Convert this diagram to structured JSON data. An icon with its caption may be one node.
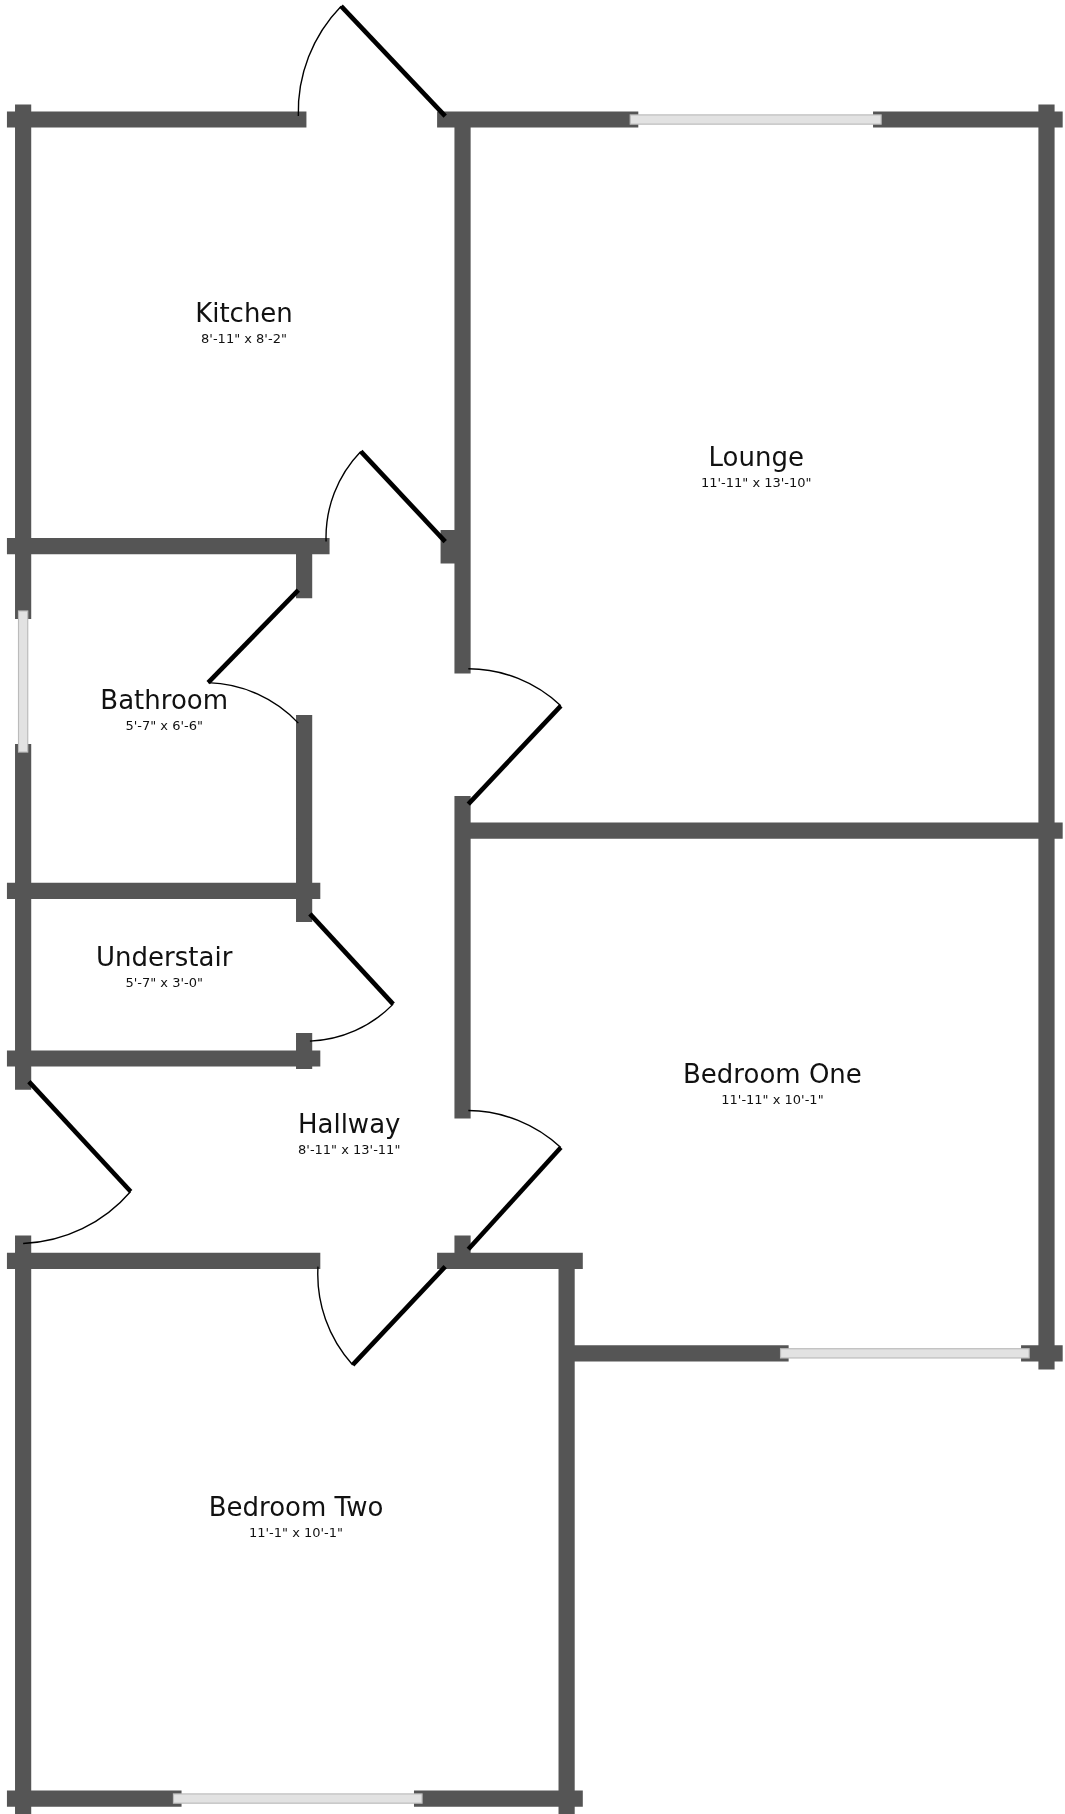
{
  "diagram": {
    "nodes": [
      {
        "text": [
          "Kitchen",
          "8'-11\" x 8'-2\""
        ]
      },
      {
        "text": [
          "Lounge",
          "11'-11\" x 13'-10\""
        ]
      },
      {
        "text": [
          "Bathroom",
          "5'-7\" x 6'-6\""
        ]
      },
      {
        "text": [
          "Understair",
          "5'-7\" x 3'-0\""
        ]
      },
      {
        "text": [
          "Bedroom One",
          "11'-11\" x 10'-1\""
        ]
      },
      {
        "text": [
          "Hallway",
          "8'-11\" x 13'-11\""
        ]
      },
      {
        "text": [
          "Bedroom Two",
          "11'-1\" x 10'-1\""
        ]
      }
    ]
  }
}
